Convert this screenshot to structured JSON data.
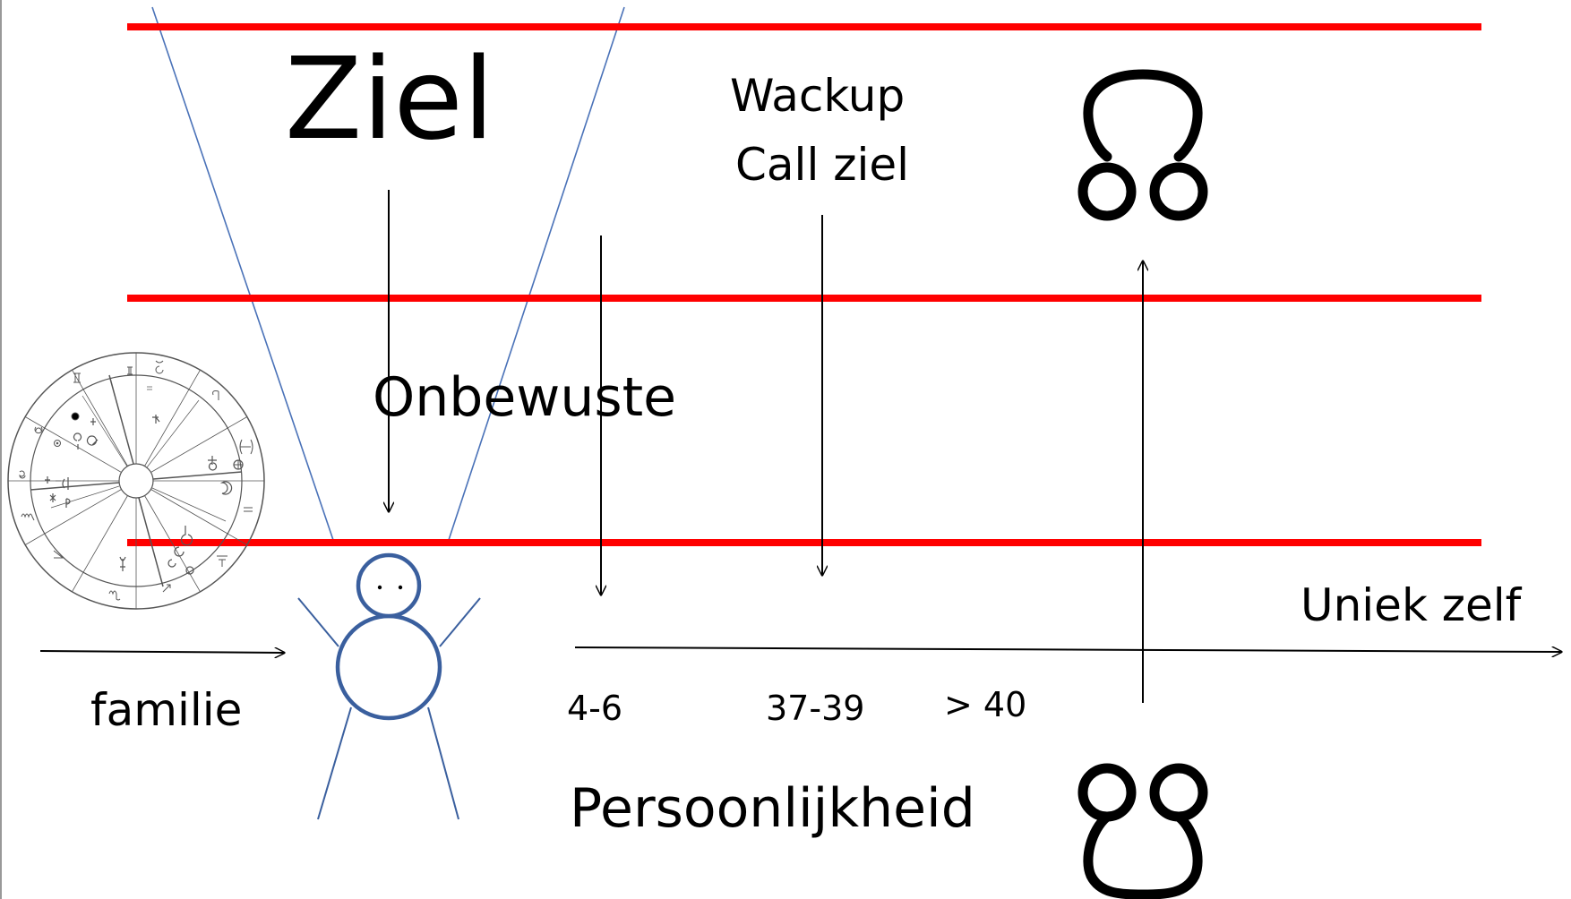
{
  "labels": {
    "ziel": "Ziel",
    "wackup_line1": "Wackup",
    "wackup_line2": "Call ziel",
    "onbewuste": "Onbewuste",
    "uniek_zelf": "Uniek zelf",
    "familie": "familie",
    "age_4_6": "4-6",
    "age_37_39": "37-39",
    "age_over_40": "> 40",
    "persoonlijkheid": "Persoonlijkheid"
  },
  "symbols": {
    "north_node": "north-node-symbol",
    "south_node": "south-node-symbol",
    "birth_chart": "natal-chart-wheel",
    "person": "stick-figure"
  },
  "colors": {
    "level_line": "#ff0000",
    "cone_line": "#4a72b8",
    "figure": "#3a5f9e",
    "arrow": "#000000",
    "chart_stroke": "#555555"
  }
}
